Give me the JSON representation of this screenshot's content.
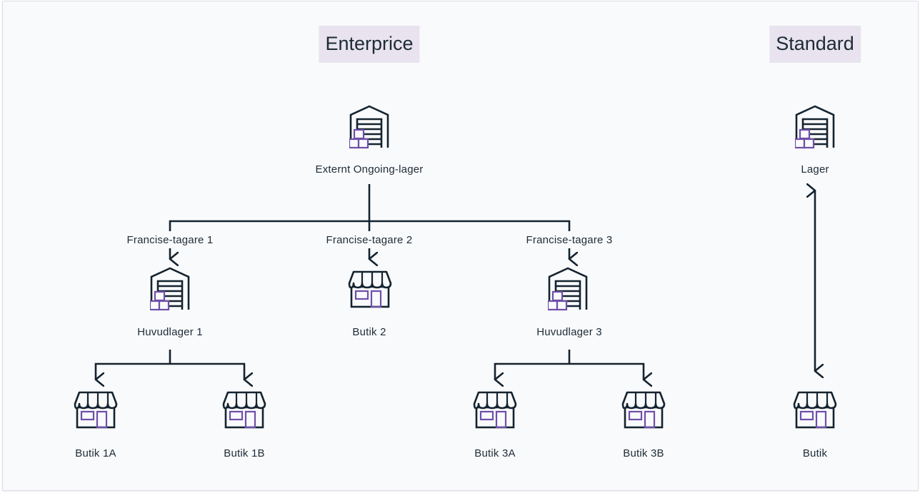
{
  "titles": {
    "enterprise": "Enterprice",
    "standard": "Standard"
  },
  "nodes": {
    "external_warehouse": "Externt Ongoing-lager",
    "franchisee_1": "Francise-tagare 1",
    "franchisee_2": "Francise-tagare 2",
    "franchisee_3": "Francise-tagare 3",
    "main_warehouse_1": "Huvudlager 1",
    "store_2": "Butik 2",
    "main_warehouse_3": "Huvudlager 3",
    "store_1a": "Butik 1A",
    "store_1b": "Butik 1B",
    "store_3a": "Butik 3A",
    "store_3b": "Butik 3B",
    "standard_warehouse": "Lager",
    "standard_store": "Butik"
  },
  "icons": {
    "warehouse": "warehouse-icon",
    "store": "store-icon"
  },
  "colors": {
    "line": "#14232f",
    "accent": "#6f4fa8",
    "title_bg": "#e8e3ee",
    "canvas_bg": "#f9fafc"
  }
}
